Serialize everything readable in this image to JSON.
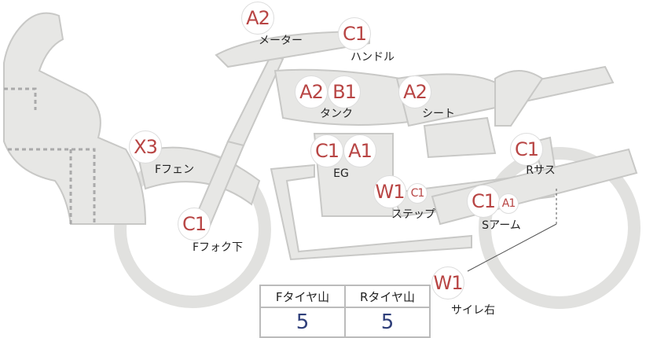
{
  "badges": [
    {
      "id": "meter",
      "grade": "A2"
    },
    {
      "id": "handle",
      "grade": "C1"
    },
    {
      "id": "tank1",
      "grade": "A2"
    },
    {
      "id": "tank2",
      "grade": "B1"
    },
    {
      "id": "seat",
      "grade": "A2"
    },
    {
      "id": "ffender",
      "grade": "X3"
    },
    {
      "id": "eg1",
      "grade": "C1"
    },
    {
      "id": "eg2",
      "grade": "A1"
    },
    {
      "id": "rsus",
      "grade": "C1"
    },
    {
      "id": "step1",
      "grade": "W1"
    },
    {
      "id": "step2",
      "grade": "C1"
    },
    {
      "id": "sarm1",
      "grade": "C1"
    },
    {
      "id": "sarm2",
      "grade": "A1"
    },
    {
      "id": "ffork",
      "grade": "C1"
    },
    {
      "id": "muffler",
      "grade": "W1"
    }
  ],
  "labels": {
    "meter": "メーター",
    "handle": "ハンドル",
    "tank": "タンク",
    "seat": "シート",
    "ffender": "Fフェン",
    "eg": "EG",
    "rsus": "Rサス",
    "step": "ステップ",
    "sarm": "Sアーム",
    "ffork": "Fフォク下",
    "muffler": "サイレ右"
  },
  "tire_table": {
    "headers": [
      "Fタイヤ山",
      "Rタイヤ山"
    ],
    "values": [
      "5",
      "5"
    ]
  },
  "colors": {
    "grade": "#b84544",
    "value": "#2f3f7a",
    "body": "#e6e6e4"
  }
}
